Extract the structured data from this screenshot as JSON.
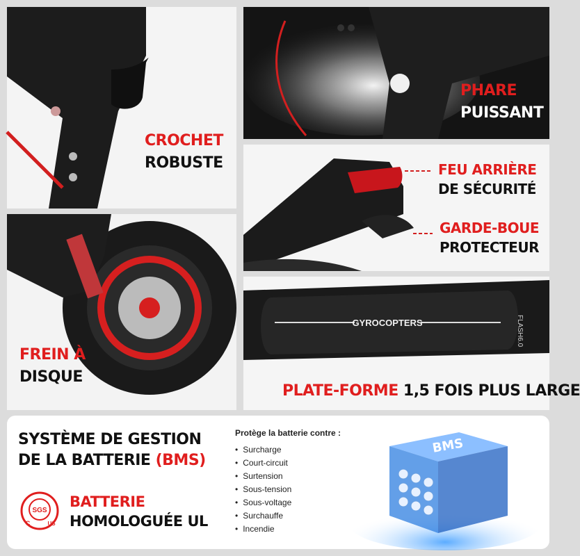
{
  "panels": {
    "hook": {
      "line1": "CROCHET",
      "line2": "ROBUSTE"
    },
    "headlight": {
      "line1": "PHARE",
      "line2": "PUISSANT"
    },
    "rear": {
      "taillight_line1": "FEU ARRIÈRE",
      "taillight_line2": "DE SÉCURITÉ",
      "fender_line1": "GARDE-BOUE",
      "fender_line2": "PROTECTEUR"
    },
    "brake": {
      "line1": "FREIN À",
      "line2": "DISQUE"
    },
    "deck": {
      "highlight": "PLATE-FORME",
      "rest": "1,5 FOIS PLUS LARGE",
      "brand": "GYROCOPTERS",
      "model": "FLASH6.0"
    },
    "bms": {
      "title_line1": "SYSTÈME DE GESTION",
      "title_line2_prefix": "DE LA BATTERIE ",
      "title_line2_highlight": "(BMS)",
      "protects_label": "Protège la batterie contre :",
      "items": [
        "Surcharge",
        "Court-circuit",
        "Surtension",
        "Sous-tension",
        "Sous-voltage",
        "Surchauffe",
        "Incendie"
      ],
      "battery_line1": "BATTERIE",
      "battery_line2": "HOMOLOGUÉE UL",
      "sgs_text": "SGS",
      "c_text": "C",
      "us_text": "US",
      "bms_box_text": "BMS"
    }
  },
  "colors": {
    "accent": "#e01e1e",
    "text_dark": "#111111"
  }
}
